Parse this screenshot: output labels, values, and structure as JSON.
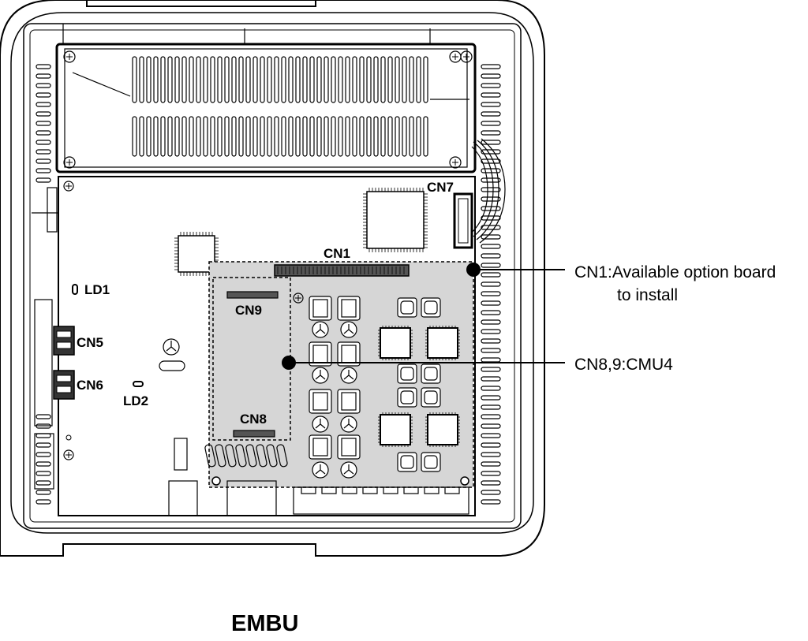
{
  "labels": {
    "cn7": "CN7",
    "cn1": "CN1",
    "cn9": "CN9",
    "cn8": "CN8",
    "cn5": "CN5",
    "cn6": "CN6",
    "ld1": "LD1",
    "ld2": "LD2"
  },
  "callouts": {
    "cn1_line1": "CN1:Available option board",
    "cn1_line2": "to install",
    "cn89": "CN8,9:CMU4"
  },
  "caption": "EMBU",
  "colors": {
    "stroke": "#000000",
    "board_shade": "#d6d6d6",
    "background": "#ffffff"
  }
}
